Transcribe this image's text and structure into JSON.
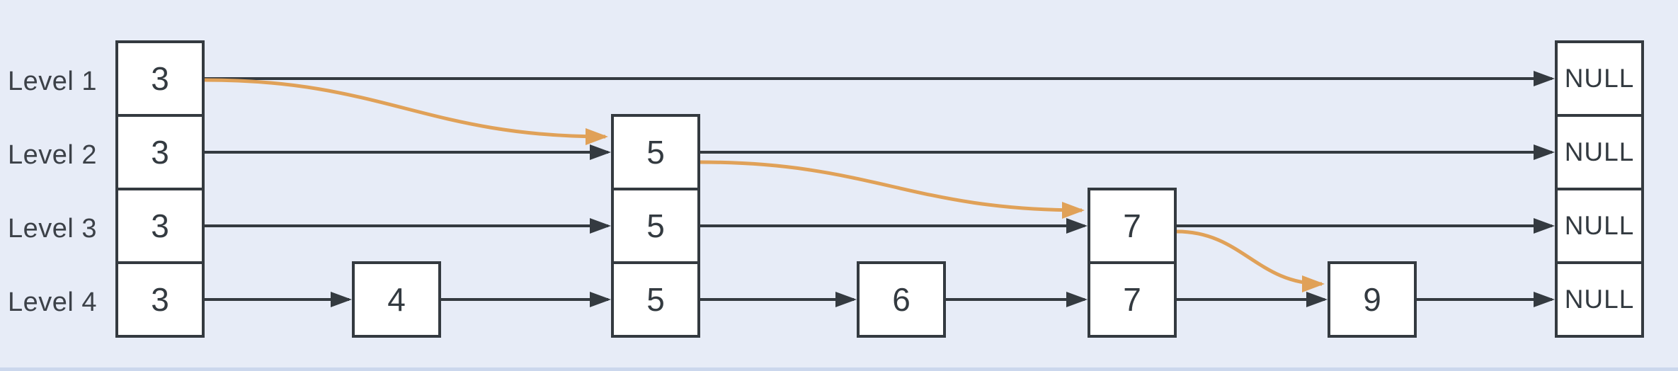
{
  "diagram": {
    "kind": "skip-list",
    "levels": [
      "Level 1",
      "Level 2",
      "Level 3",
      "Level 4"
    ],
    "nodes": [
      {
        "id": "head",
        "levels": [
          1,
          2,
          3,
          4
        ],
        "cells": [
          "3",
          "3",
          "3",
          "3"
        ]
      },
      {
        "id": "4",
        "levels": [
          4
        ],
        "cells": [
          "4"
        ]
      },
      {
        "id": "5",
        "levels": [
          2,
          3,
          4
        ],
        "cells": [
          "5",
          "5",
          "5"
        ]
      },
      {
        "id": "6",
        "levels": [
          4
        ],
        "cells": [
          "6"
        ]
      },
      {
        "id": "7",
        "levels": [
          3,
          4
        ],
        "cells": [
          "7",
          "7"
        ]
      },
      {
        "id": "9",
        "levels": [
          4
        ],
        "cells": [
          "9"
        ]
      },
      {
        "id": "null",
        "levels": [
          1,
          2,
          3,
          4
        ],
        "cells": [
          "NULL",
          "NULL",
          "NULL",
          "NULL"
        ]
      }
    ],
    "search_path": [
      {
        "from": "head",
        "from_level": 1,
        "to": "5",
        "to_level": 2
      },
      {
        "from": "5",
        "from_level": 2,
        "to": "7",
        "to_level": 3
      },
      {
        "from": "7",
        "from_level": 3,
        "to": "9",
        "to_level": 4
      }
    ],
    "colors": {
      "background": "#E7ECF7",
      "node_fill": "#FFFFFF",
      "line": "#343A40",
      "label_text": "#3C4148",
      "value_text": "#333A40",
      "highlight": "#E0A158",
      "bottom_strip": "#CBD7ED"
    }
  }
}
